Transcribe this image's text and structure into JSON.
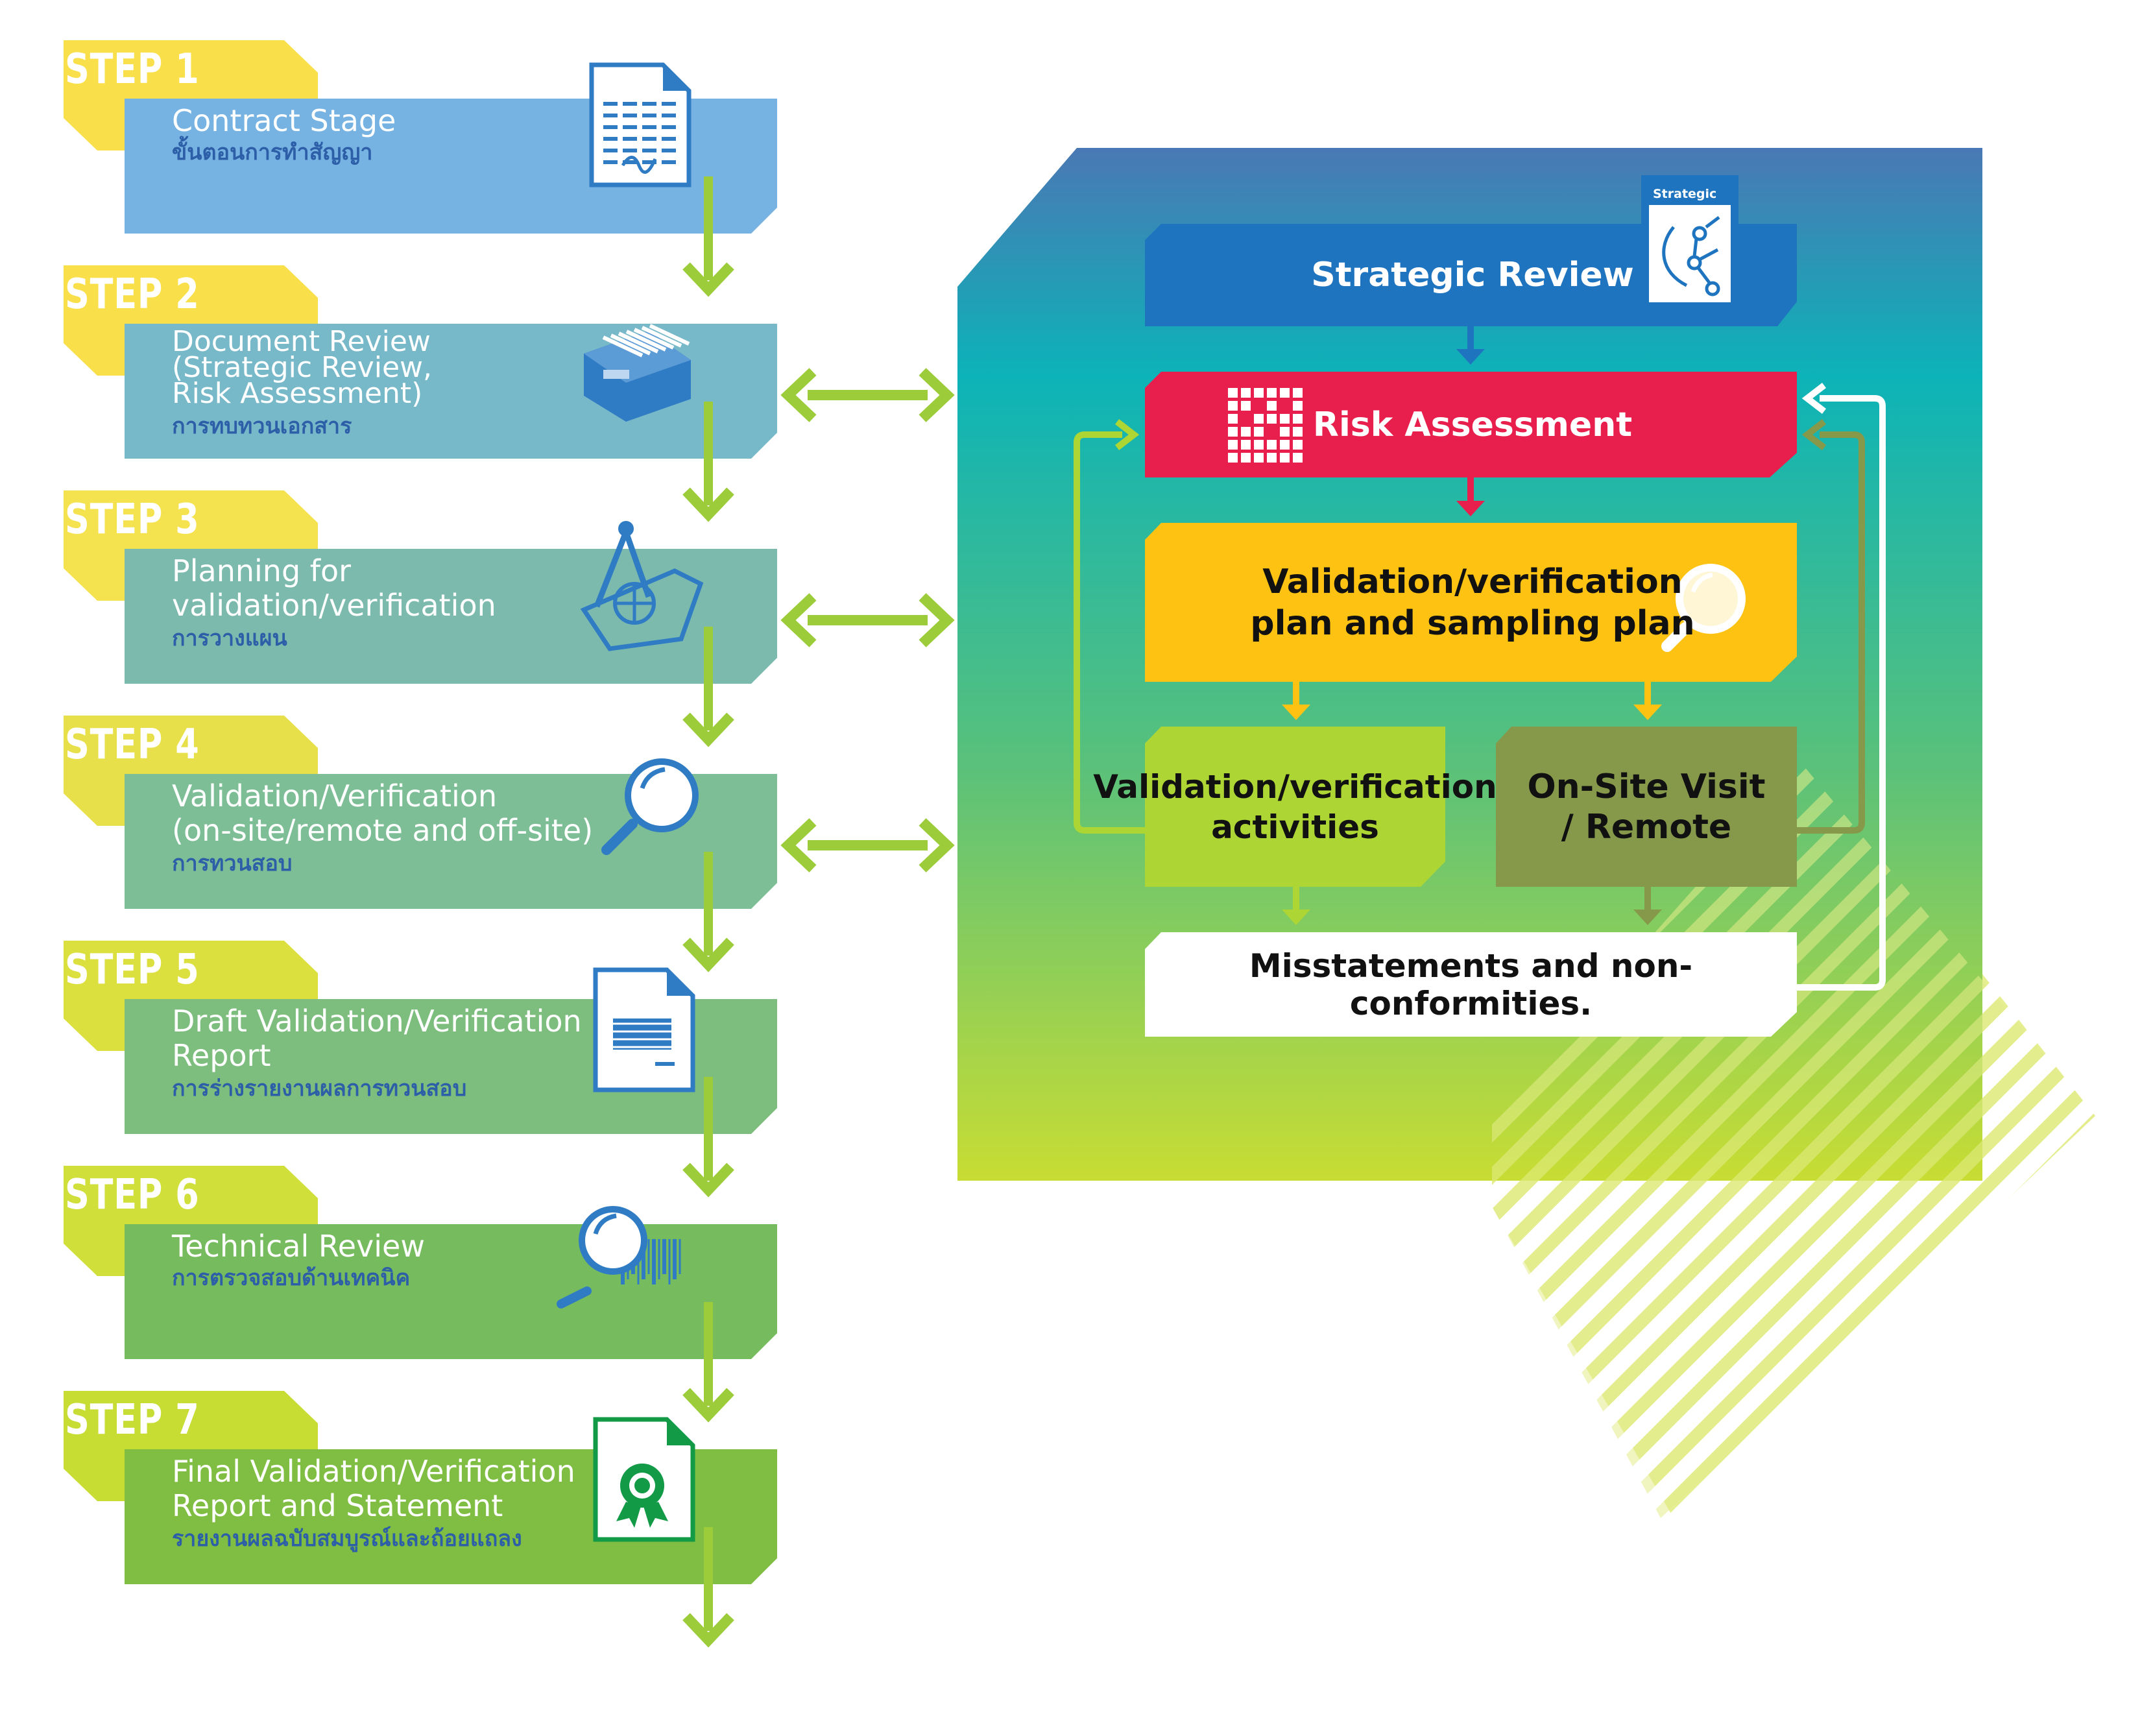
{
  "steps": [
    {
      "tab": "STEP 1",
      "title": "Contract Stage",
      "thai": "ขั้นตอนการทำสัญญา",
      "icon": "contract-document-icon"
    },
    {
      "tab": "STEP 2",
      "title": "Document Review\n(Strategic Review,\nRisk Assessment)",
      "thai": "การทบทวนเอกสาร",
      "icon": "file-cabinet-icon"
    },
    {
      "tab": "STEP 3",
      "title": "Planning for\nvalidation/verification",
      "thai": "การวางแผน",
      "icon": "compass-blueprint-icon"
    },
    {
      "tab": "STEP 4",
      "title": "Validation/Verification\n(on-site/remote and off-site)",
      "thai": "การทวนสอบ",
      "icon": "magnifier-icon"
    },
    {
      "tab": "STEP 5",
      "title": "Draft Validation/Verification\nReport",
      "thai": "การร่างรายงานผลการทวนสอบ",
      "icon": "report-document-icon"
    },
    {
      "tab": "STEP 6",
      "title": "Technical Review",
      "thai": "การตรวจสอบด้านเทคนิค",
      "icon": "magnifier-barcode-icon"
    },
    {
      "tab": "STEP 7",
      "title": "Final Validation/Verification\nReport and Statement",
      "thai": "รายงานผลฉบับสมบูรณ์และถ้อยแถลง",
      "icon": "certificate-icon"
    }
  ],
  "process": {
    "strategic_review": "Strategic Review",
    "strategic_icon_label": "Strategic",
    "risk_assessment": "Risk Assessment",
    "plan": "Validation/verification\nplan and sampling plan",
    "activities": "Validation/verification\nactivities",
    "onsite": "On-Site Visit\n/ Remote",
    "misstatements": "Misstatements and non-conformities."
  },
  "colors": {
    "step_tabs": [
      "#f9e04b",
      "#f9e04b",
      "#f5e24f",
      "#e8e04a",
      "#dbe03e",
      "#d1df3a",
      "#c8dd34"
    ],
    "step_bodies": [
      "#76b3e2",
      "#77b8c9",
      "#7cbaad",
      "#7dbe96",
      "#7dbd7e",
      "#77bb5f",
      "#7fbe42"
    ],
    "thai_text": [
      "#2c5fa8",
      "#2c5fa8",
      "#2c5fa8",
      "#2c5fa8",
      "#2c5fa8",
      "#2c5fa8",
      "#2c5fa8"
    ],
    "strategic": "#1f74c0",
    "risk": "#e81e4c",
    "plan": "#fdc212",
    "activities": "#add534",
    "onsite": "#86994a",
    "panel_top": "#4479b5",
    "panel_mid": "#0fb1b6",
    "panel_bottom": "#c5dc32",
    "arrow_green": "#9ccc3a"
  }
}
